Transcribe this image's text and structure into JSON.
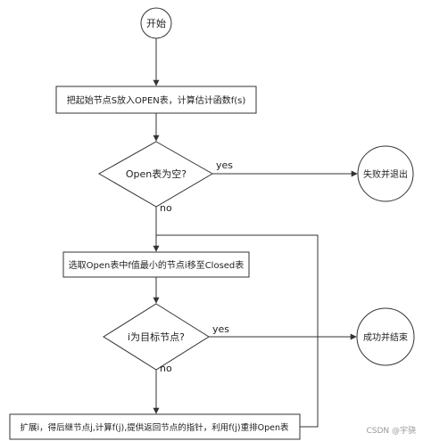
{
  "flowchart": {
    "start": "开始",
    "init": "把起始节点S放入OPEN表，计算估计函数f(s)",
    "check_empty": "Open表为空?",
    "fail": "失败并退出",
    "select": "选取Open表中f值最小的节点i移至Closed表",
    "check_goal": "i为目标节点?",
    "success": "成功并结束",
    "expand": "扩展i，得后继节点j,计算f(j),提供返回节点的指针，利用f(j)重排Open表"
  },
  "edge_labels": {
    "empty_yes": "yes",
    "empty_no": "no",
    "goal_yes": "yes",
    "goal_no": "no"
  },
  "watermark": "CSDN @宇骁"
}
